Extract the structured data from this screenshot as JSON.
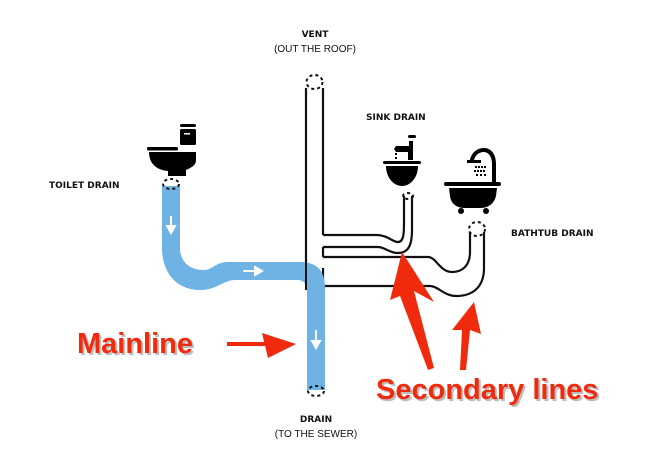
{
  "diagram": {
    "title": "Home plumbing drain lines",
    "colors": {
      "mainline": "#6fb2e4",
      "pipe_outline": "#111111",
      "callout": "#f02a0c",
      "fixture": "#000000",
      "background": "#ffffff"
    },
    "labels": {
      "vent_title": "VENT",
      "vent_sub": "(OUT THE ROOF)",
      "sink": "SINK DRAIN",
      "toilet": "TOILET DRAIN",
      "bathtub": "BATHTUB DRAIN",
      "drain_title": "DRAIN",
      "drain_sub": "(TO THE SEWER)"
    },
    "callouts": {
      "mainline": "Mainline",
      "secondary": "Secondary lines"
    },
    "fixtures": [
      {
        "name": "toilet",
        "icon": "toilet-icon"
      },
      {
        "name": "sink",
        "icon": "sink-icon"
      },
      {
        "name": "bathtub",
        "icon": "bathtub-icon"
      }
    ],
    "flow_arrows": [
      "down",
      "right",
      "down"
    ]
  }
}
